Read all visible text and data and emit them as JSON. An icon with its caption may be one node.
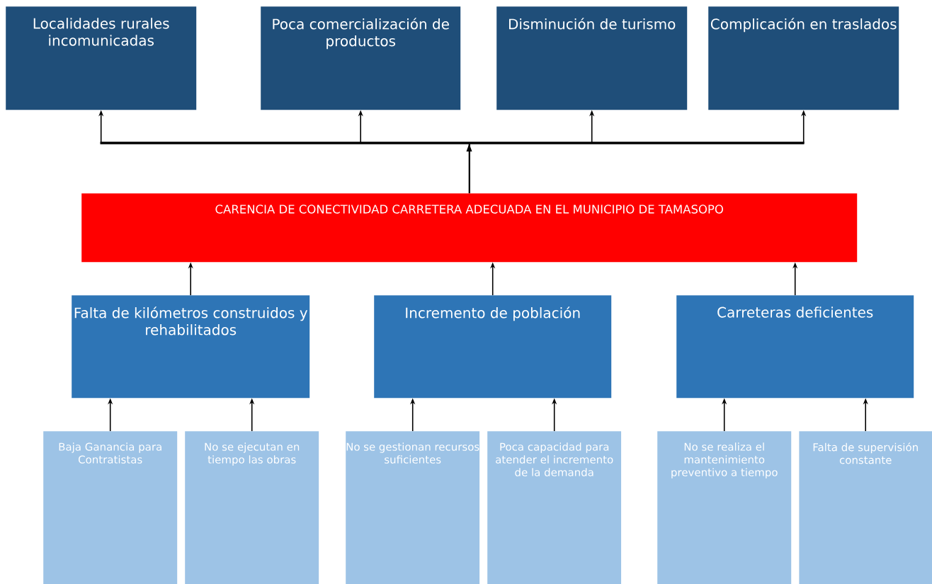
{
  "diagram": {
    "nodes": [
      {
        "text": [
          "Localidades rurales incomunicadas"
        ]
      },
      {
        "text": [
          "Poca comercialización de productos"
        ]
      },
      {
        "text": [
          "Disminución de turismo"
        ]
      },
      {
        "text": [
          "Complicación en traslados"
        ]
      },
      {
        "text": [
          "CARENCIA DE CONECTIVIDAD CARRETERA ADECUADA EN EL MUNICIPIO DE TAMASOPO"
        ]
      },
      {
        "text": [
          "Falta de kilómetros construidos y rehabilitados"
        ]
      },
      {
        "text": [
          "Incremento de población"
        ]
      },
      {
        "text": [
          "Carreteras deficientes"
        ]
      },
      {
        "text": [
          "Baja Ganancia para Contratistas"
        ]
      },
      {
        "text": [
          "No se ejecutan en tiempo las obras"
        ]
      },
      {
        "text": [
          "No se gestionan recursos suficientes"
        ]
      },
      {
        "text": [
          "Poca capacidad para atender el incremento de la demanda"
        ]
      },
      {
        "text": [
          "No se realiza el mantenimiento preventivo a tiempo"
        ]
      },
      {
        "text": [
          "Falta de supervisión constante"
        ]
      }
    ],
    "edges": [
      {
        "from": 4,
        "to": 0,
        "arrow": "to"
      },
      {
        "from": 4,
        "to": 1,
        "arrow": "to"
      },
      {
        "from": 4,
        "to": 2,
        "arrow": "to"
      },
      {
        "from": 4,
        "to": 3,
        "arrow": "to"
      },
      {
        "from": 5,
        "to": 4,
        "arrow": "to"
      },
      {
        "from": 6,
        "to": 4,
        "arrow": "to"
      },
      {
        "from": 7,
        "to": 4,
        "arrow": "to"
      },
      {
        "from": 8,
        "to": 5,
        "arrow": "to"
      },
      {
        "from": 9,
        "to": 5,
        "arrow": "to"
      },
      {
        "from": 10,
        "to": 6,
        "arrow": "to"
      },
      {
        "from": 11,
        "to": 6,
        "arrow": "to"
      },
      {
        "from": 12,
        "to": 7,
        "arrow": "to"
      },
      {
        "from": 13,
        "to": 7,
        "arrow": "to"
      }
    ]
  }
}
